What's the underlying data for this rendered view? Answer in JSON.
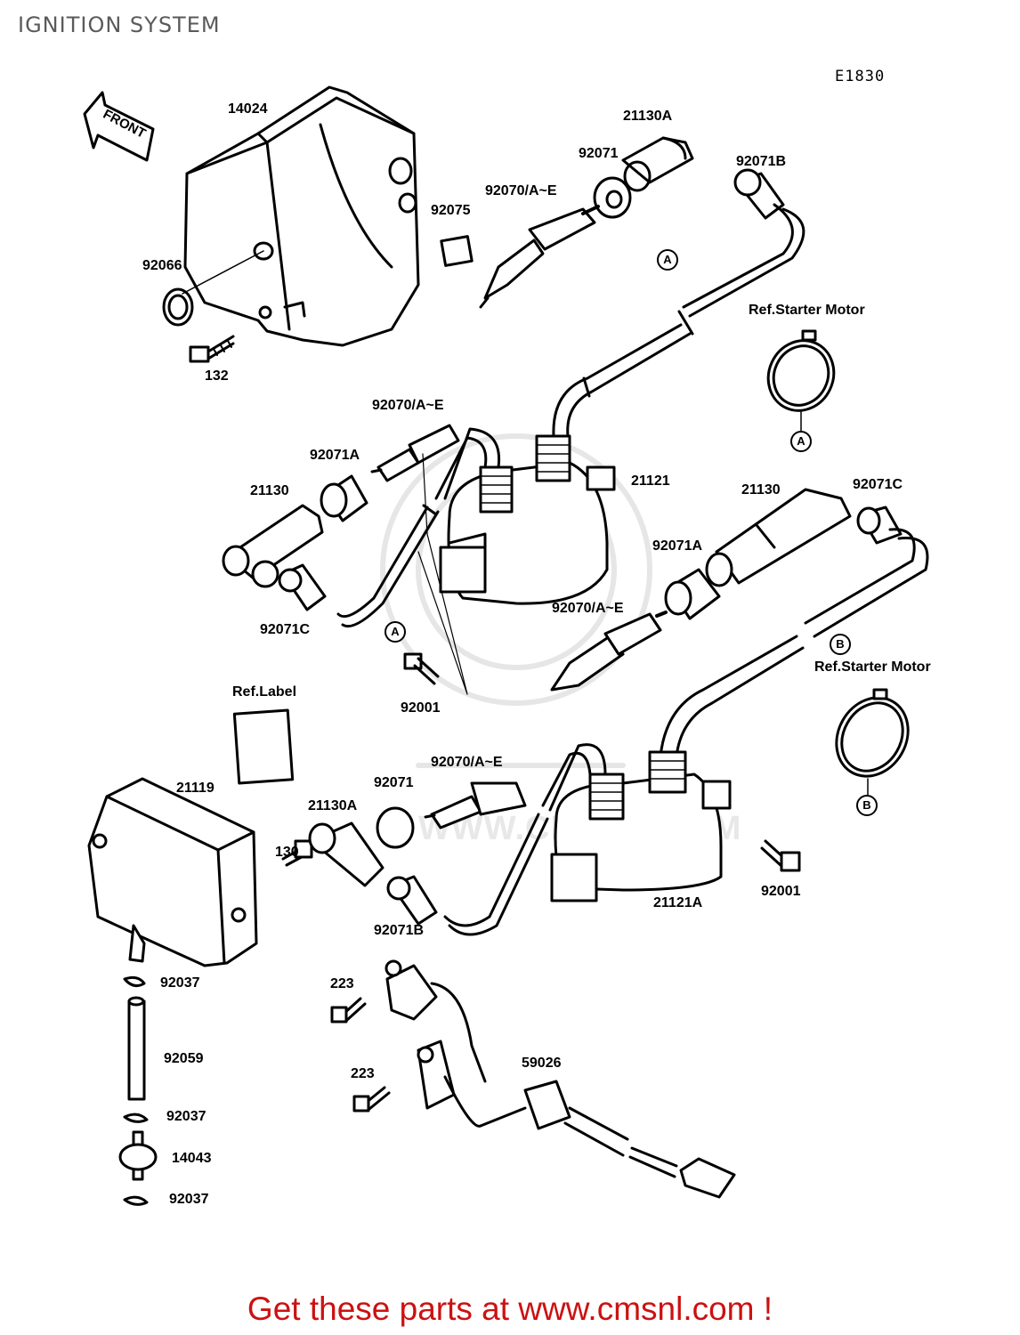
{
  "page": {
    "title": "IGNITION SYSTEM",
    "diagram_id": "E1830",
    "footer": "Get these parts at www.cmsnl.com !"
  },
  "watermark": {
    "text": "WWW.CMSNL.COM"
  },
  "front_arrow": "FRONT",
  "refs": {
    "a": "A",
    "b": "B"
  },
  "labels": {
    "p14024": "14024",
    "p21130a_top": "21130A",
    "p92071_top": "92071",
    "p92071b_top": "92071B",
    "p92070_top": "92070/A~E",
    "p92075": "92075",
    "p92066": "92066",
    "p132": "132",
    "ref_starter_1": "Ref.Starter Motor",
    "p92070_mid": "92070/A~E",
    "p92071a_left": "92071A",
    "p21130_left": "21130",
    "p92071c_left": "92071C",
    "p21121": "21121",
    "p21130_right": "21130",
    "p92071c_right": "92071C",
    "p92071a_right": "92071A",
    "p92070_right": "92070/A~E",
    "ref_starter_2": "Ref.Starter Motor",
    "p92001_mid": "92001",
    "ref_label": "Ref.Label",
    "p21119": "21119",
    "p92071_bot": "92071",
    "p92070_bot": "92070/A~E",
    "p21130a_bot": "21130A",
    "p130": "130",
    "p92071b_bot": "92071B",
    "p21121a": "21121A",
    "p92001_bot": "92001",
    "p92037_1": "92037",
    "p92059": "92059",
    "p92037_2": "92037",
    "p14043": "14043",
    "p92037_3": "92037",
    "p223_1": "223",
    "p223_2": "223",
    "p59026": "59026"
  }
}
